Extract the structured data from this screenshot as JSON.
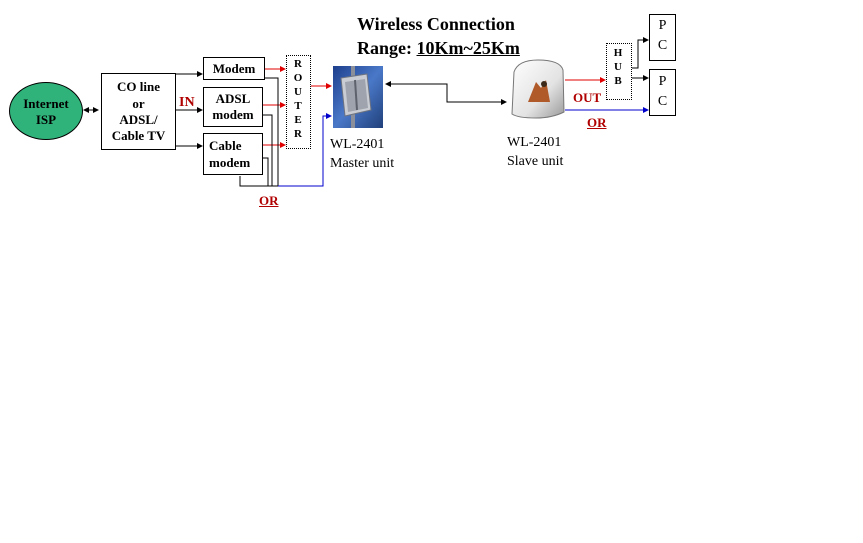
{
  "header": {
    "line1": "Wireless Connection",
    "line2_prefix": "Range: ",
    "line2_value": "10Km~25Km"
  },
  "nodes": {
    "isp": {
      "line1": "Internet",
      "line2": "ISP",
      "color": "#2fb37a"
    },
    "co_line": {
      "l1": "CO line",
      "l2": "or",
      "l3": "ADSL/",
      "l4": "Cable TV"
    },
    "in_label": "IN",
    "modem": "Modem",
    "adsl": {
      "l1": "ADSL",
      "l2": "modem"
    },
    "cable": {
      "l1": "Cable",
      "l2": "modem"
    },
    "router": "ROUTER",
    "master": {
      "l1": "WL-2401",
      "l2": "Master unit"
    },
    "slave": {
      "l1": "WL-2401",
      "l2": "Slave unit"
    },
    "hub": "HUB",
    "pc_top": {
      "l1": "P",
      "l2": "C"
    },
    "pc_bottom": {
      "l1": "P",
      "l2": "C"
    },
    "out_label": "OUT",
    "or_bottom": "OR",
    "or_right": "OR"
  },
  "colors": {
    "red_line": "#e00000",
    "blue_line": "#0000cc",
    "label_red": "#b00000"
  }
}
